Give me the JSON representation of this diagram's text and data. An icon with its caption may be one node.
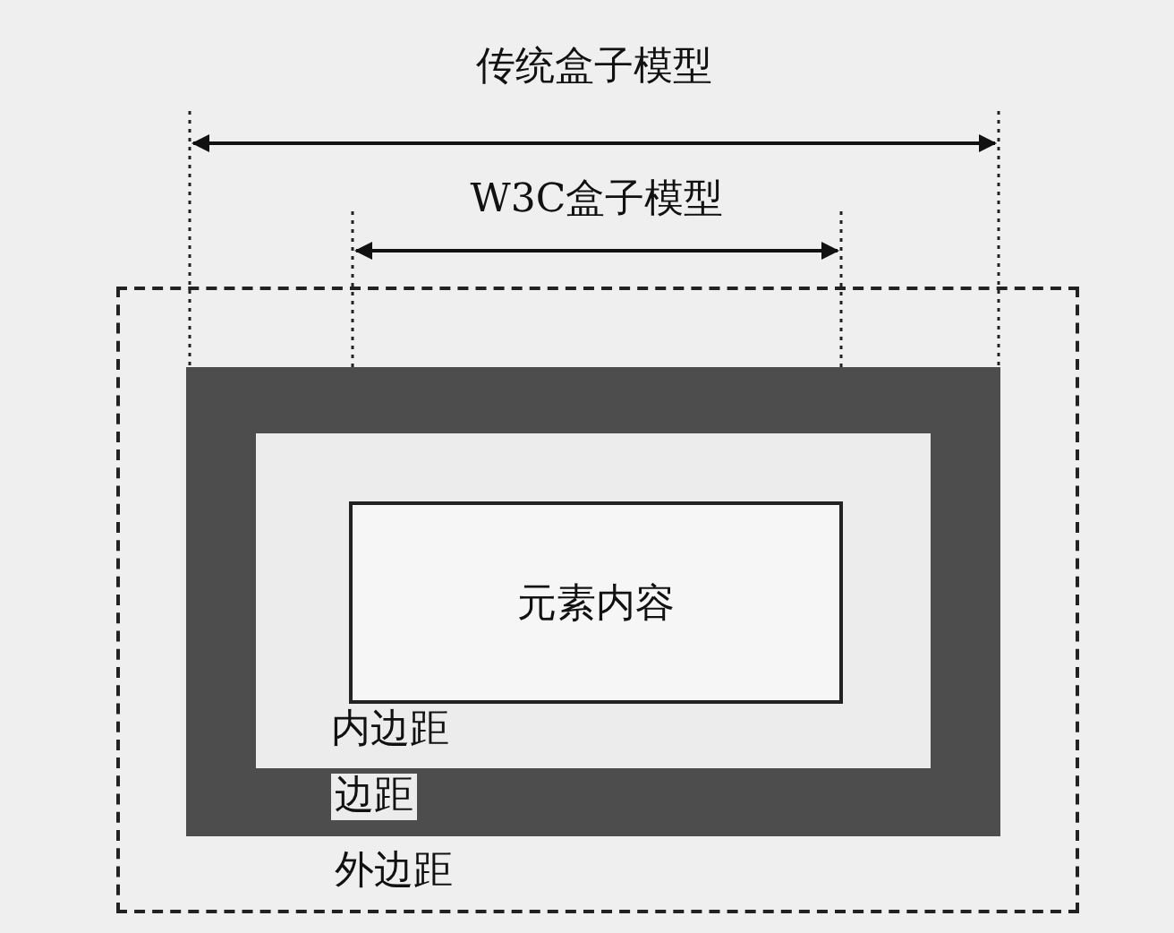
{
  "diagram": {
    "nodes": [
      {
        "text": [
          "外边距"
        ]
      },
      {
        "text": [
          "边距"
        ],
        "in": 0
      },
      {
        "text": [
          "内边距"
        ],
        "in": 1
      },
      {
        "text": [
          "元素内容"
        ],
        "in": 2
      }
    ],
    "labels": [
      "传统盒子模型",
      "W3C盒子模型"
    ]
  }
}
